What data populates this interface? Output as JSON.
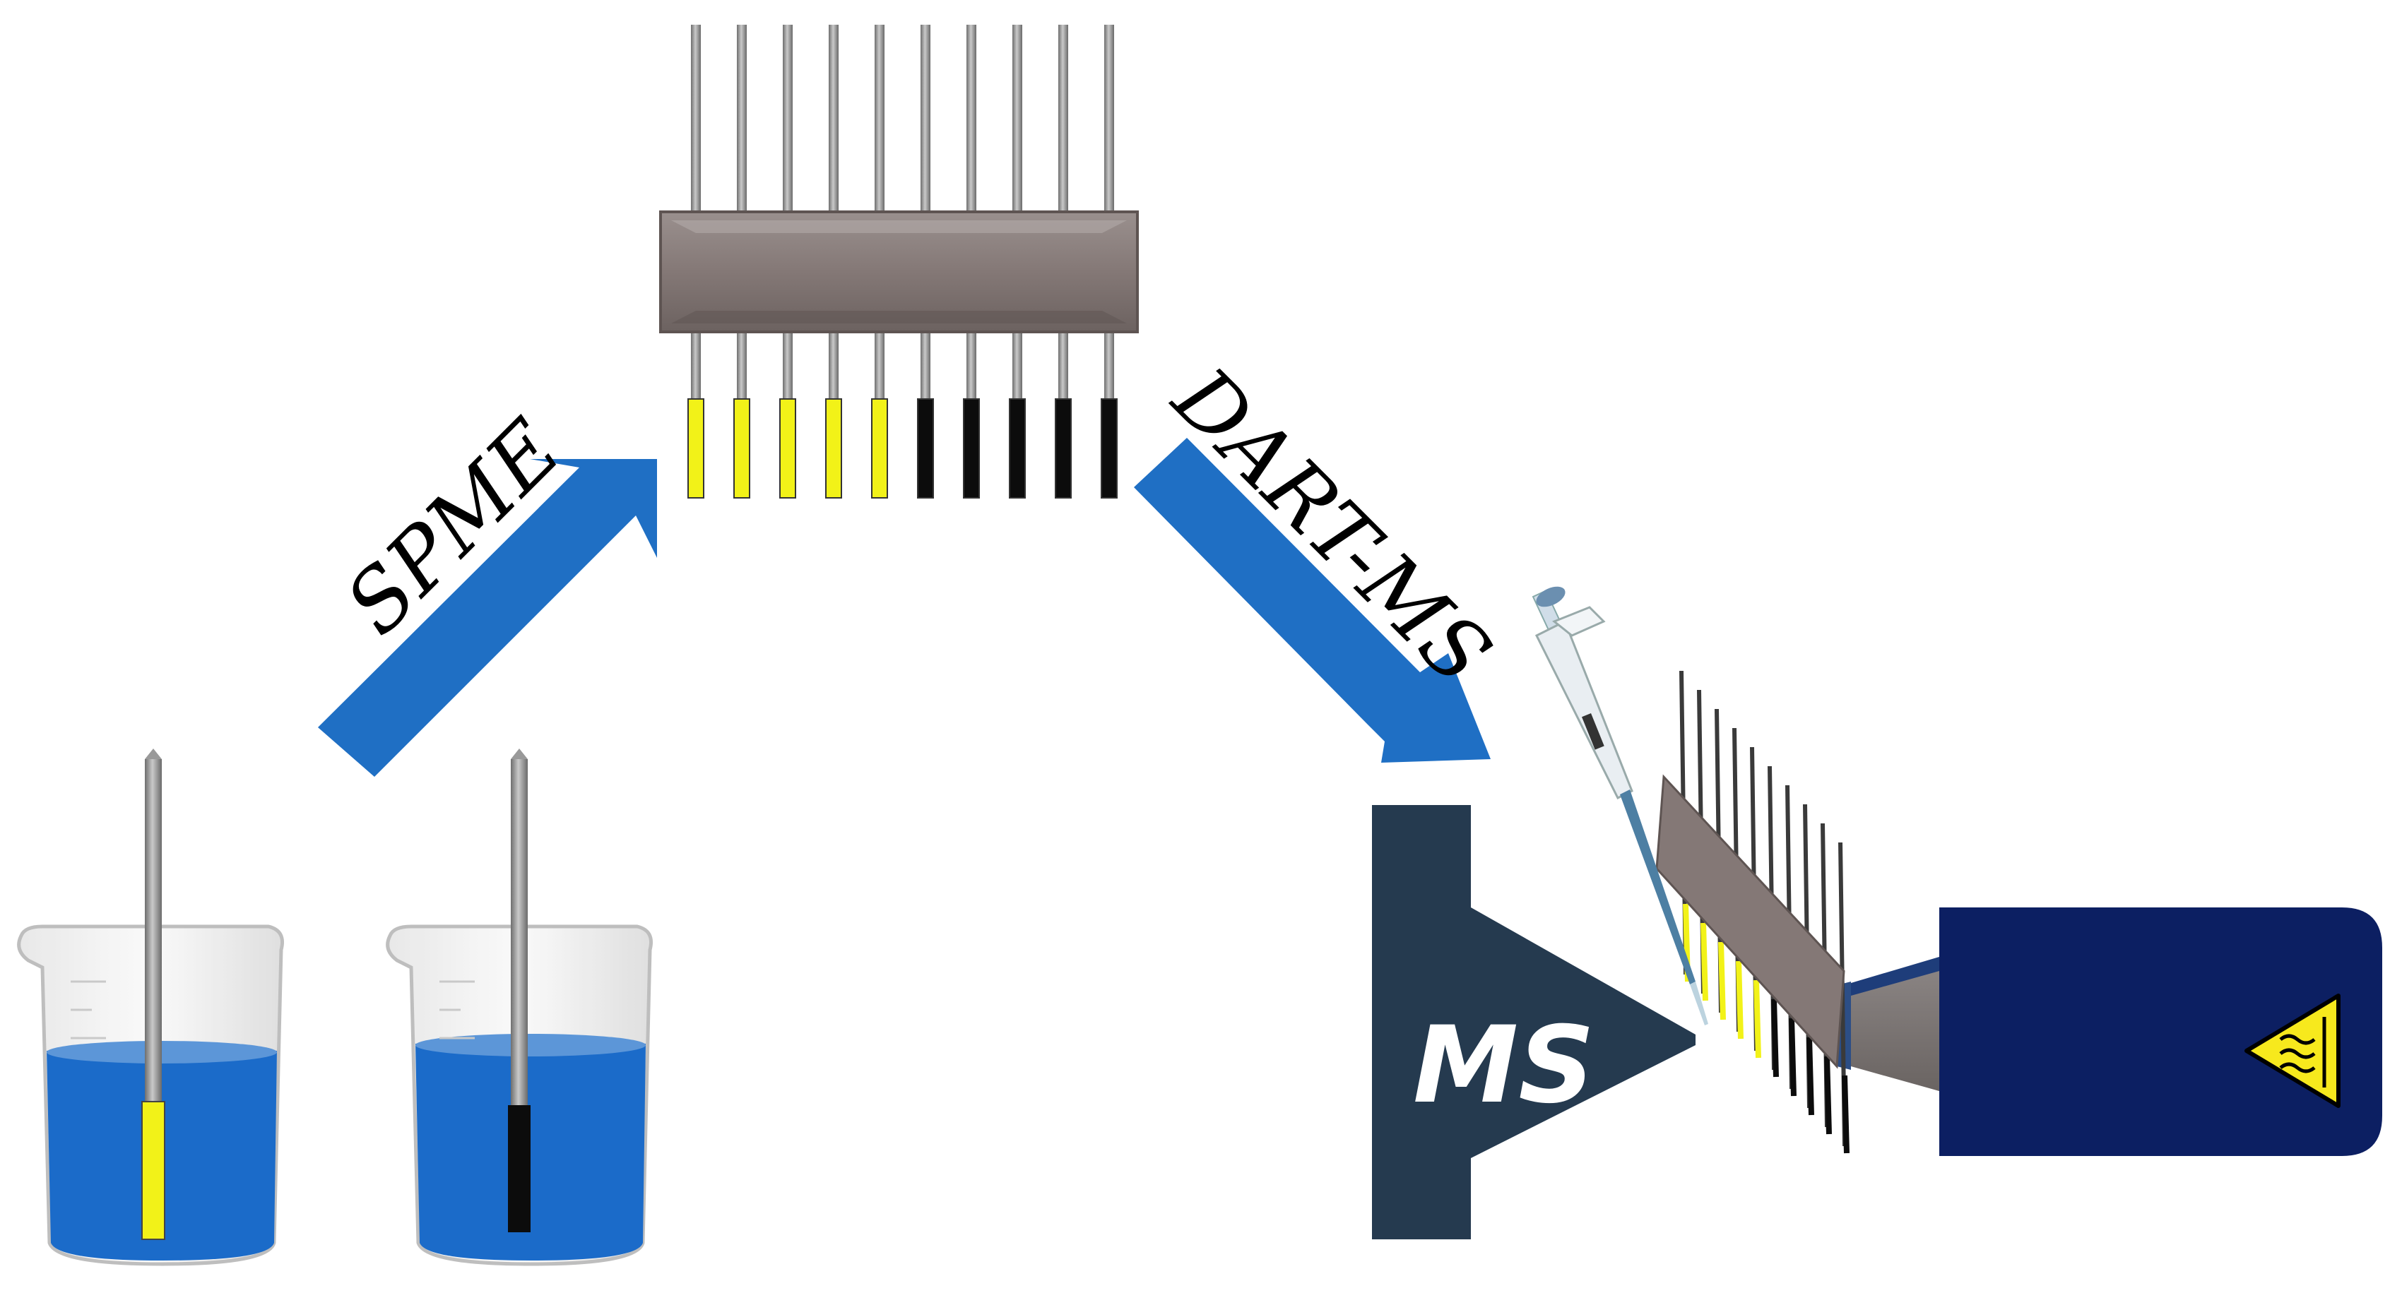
{
  "labels": {
    "spme": "SPME",
    "dart_ms": "DART-MS",
    "ms": "MS"
  },
  "colors": {
    "background": "#ffffff",
    "arrow_blue": "#1f6fc4",
    "water_blue": "#1b6bc9",
    "holder_gray": "#847876",
    "rod_gray": "#9a9a9a",
    "coating_yellow": "#f2f218",
    "coating_black": "#0c0c0c",
    "ms_dark": "#253a4f",
    "dart_navy": "#0c1f62",
    "hazard_yellow": "#f7e91d"
  },
  "icons": {
    "warning": "hot-surface-warning-icon",
    "pipette": "pipette-icon"
  },
  "fiber_array": {
    "yellow_count": 5,
    "black_count": 5
  }
}
